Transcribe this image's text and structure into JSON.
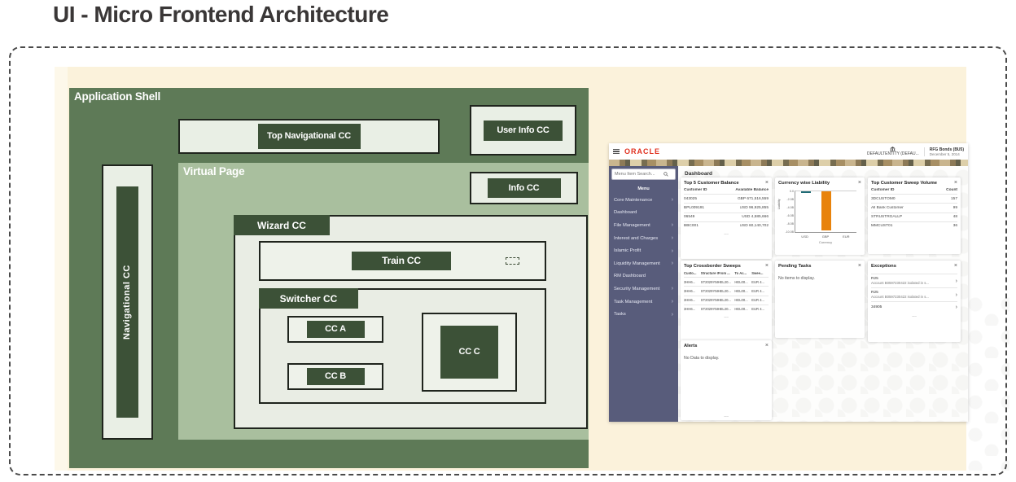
{
  "slide": {
    "title": "UI - Micro Frontend Architecture"
  },
  "diagram": {
    "app_shell_label": "Application Shell",
    "top_nav_label": "Top Navigational CC",
    "user_info_label": "User Info CC",
    "nav_label": "Navigational CC",
    "virtual_page_label": "Virtual Page",
    "info_label": "Info CC",
    "wizard_label": "Wizard CC",
    "train_label": "Train CC",
    "switcher_label": "Switcher CC",
    "cc_a_label": "CC A",
    "cc_b_label": "CC B",
    "cc_c_label": "CC C",
    "colors": {
      "shell_green": "#5e7a57",
      "virtual_page_green": "#a9bf9e",
      "dark_label_green": "#3c5137",
      "light_panel": "#e9efe5",
      "canvas_cream": "#fbf2db"
    }
  },
  "oracle": {
    "header": {
      "logo": "ORACLE",
      "entity": "DEFAULTENTITY (DEFAU...",
      "branch": "RFG Bonds (BU5)",
      "date": "December 5, 2014"
    },
    "sidebar": {
      "search_placeholder": "Menu Item Search...",
      "menu_label": "Menu",
      "items": [
        {
          "label": "Core Maintenance"
        },
        {
          "label": "Dashboard"
        },
        {
          "label": "File Management"
        },
        {
          "label": "Interest and Charges"
        },
        {
          "label": "Islamic Profit"
        },
        {
          "label": "Liquidity Management"
        },
        {
          "label": "RM Dashboard"
        },
        {
          "label": "Security Management"
        },
        {
          "label": "Task Management"
        },
        {
          "label": "Tasks"
        }
      ]
    },
    "page_title": "Dashboard",
    "cards": {
      "top5": {
        "title": "Top 5 Customer Balance",
        "col1": "Customer ID",
        "col2": "Available Balance",
        "rows": [
          [
            "043025",
            "GBP 671,516,559"
          ],
          [
            "BPL009191",
            "USD 96,925,855"
          ],
          [
            "06549",
            "USD 4,585,666"
          ],
          [
            "BBC001",
            "USD 60,140,702"
          ]
        ],
        "more": "..."
      },
      "sweep_volume": {
        "title": "Top Customer Sweep Volume",
        "col1": "Customer ID",
        "col2": "Count",
        "rows": [
          [
            "3DCUSTOM0",
            "157"
          ],
          [
            "All Bank Customer",
            "99"
          ],
          [
            "STRUSTRGALLP",
            "48"
          ],
          [
            "MMCUST01",
            "36"
          ]
        ],
        "more": "..."
      },
      "crossborder": {
        "title": "Top Crossborder Sweeps",
        "cols": [
          "Custo...",
          "Structure ID",
          "From ...",
          "To Ac...",
          "Swee..."
        ],
        "rows": [
          [
            "3HH6...",
            "ST2029Y56...",
            "HEL20...",
            "HEL00...",
            "EUR 4..."
          ],
          [
            "3HH6...",
            "ST2029Y56...",
            "HEL20...",
            "HEL00...",
            "EUR 4..."
          ],
          [
            "3HH6...",
            "ST2029Y56...",
            "HEL20...",
            "HEL00...",
            "EUR 4..."
          ],
          [
            "3HH6...",
            "ST2029Y56...",
            "HEL20...",
            "HEL00...",
            "EUR 4..."
          ]
        ],
        "more": "..."
      },
      "pending": {
        "title": "Pending Tasks",
        "empty": "No items to display."
      },
      "exceptions": {
        "title": "Exceptions",
        "rows": [
          {
            "code": "R25",
            "desc": "Account B0597230422 isolated in s..."
          },
          {
            "code": "R25",
            "desc": "Account B0597230422 isolated in s..."
          },
          {
            "code": "34905",
            "desc": ""
          }
        ],
        "more": "..."
      },
      "alerts": {
        "title": "Alerts",
        "empty": "No Data to display.",
        "more": "..."
      }
    }
  },
  "chart_data": {
    "type": "bar",
    "title": "Currency wise Liability",
    "categories": [
      "USD",
      "GBP",
      "EUR"
    ],
    "values": [
      -0.3,
      -9.5,
      0
    ],
    "unit": "billions",
    "xlabel": "Currency",
    "ylabel": "Liability",
    "ylim": [
      0,
      -10
    ],
    "yticks": [
      "0.0",
      "-2.0B",
      "-4.0B",
      "-6.0B",
      "-8.0B",
      "-10.0B"
    ],
    "bar_colors": [
      "#1f6b75",
      "#e8830c",
      "#e8830c"
    ],
    "legend": false,
    "grid": false
  }
}
